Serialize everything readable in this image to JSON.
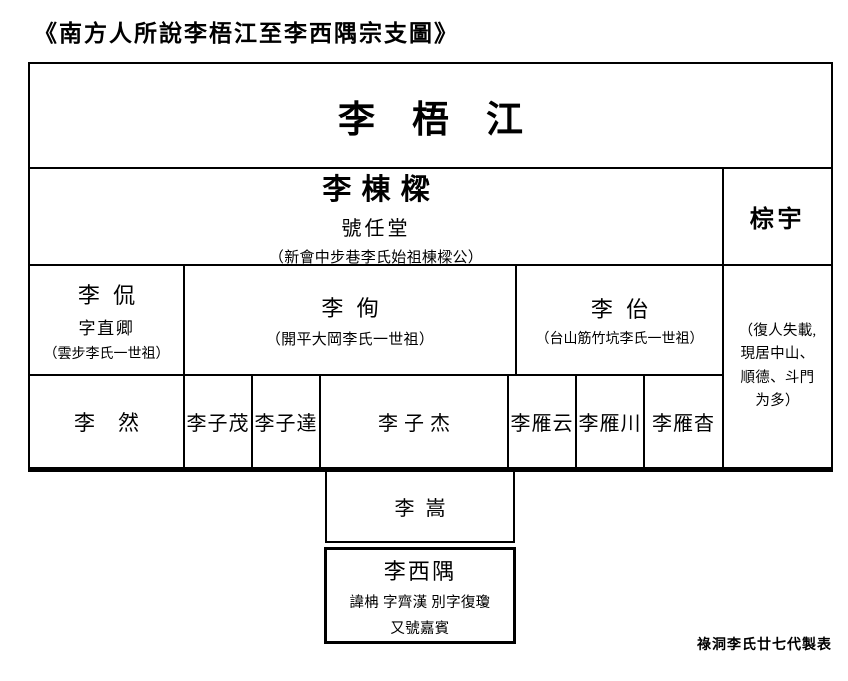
{
  "page": {
    "title": "《南方人所說李梧江至李西隅宗支圖》",
    "credit": "祿洞李氏廿七代製表"
  },
  "tree": {
    "gen1": {
      "name": "李梧江"
    },
    "gen2": {
      "name": "李棟樑",
      "alias": "號任堂",
      "note": "（新會中步巷李氏始祖棟樑公）"
    },
    "side": {
      "name": "棕宇",
      "note_lines": [
        "（復人失載,",
        "現居中山、",
        "順德、斗門",
        "为多）"
      ]
    },
    "gen3": [
      {
        "name": "李侃",
        "courtesy": "字直卿",
        "note": "（雲步李氏一世祖）"
      },
      {
        "name": "李侚",
        "note": "（開平大岡李氏一世祖）"
      },
      {
        "name": "李佁",
        "note": "（台山筋竹坑李氏一世祖）"
      }
    ],
    "gen4": [
      "李然",
      "李子茂",
      "李子達",
      "李子杰",
      "李雁云",
      "李雁川",
      "李雁杳"
    ],
    "gen5": {
      "name": "李嵩"
    },
    "gen6": {
      "name": "李西隅",
      "detail_line1": "諱柟 字齊漢 別字復瓊",
      "detail_line2": "又號嘉賓"
    }
  }
}
